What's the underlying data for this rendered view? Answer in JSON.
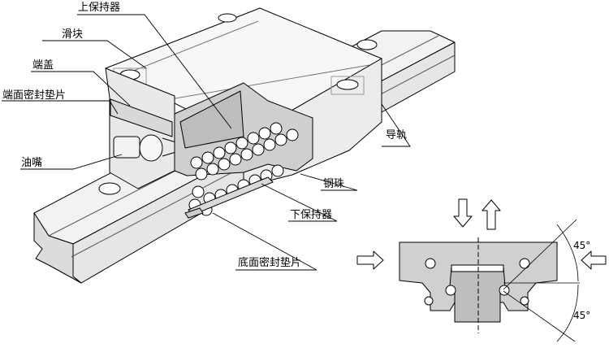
{
  "labels": {
    "upper_retainer": "上保持器",
    "slider": "滑块",
    "end_cap": "端盖",
    "end_seal": "端面密封垫片",
    "grease_nipple": "油嘴",
    "rail": "导轨",
    "steel_ball": "钢珠",
    "lower_retainer": "下保持器",
    "bottom_seal": "底面密封垫片"
  },
  "angles": {
    "upper": "45°",
    "lower": "45°"
  }
}
